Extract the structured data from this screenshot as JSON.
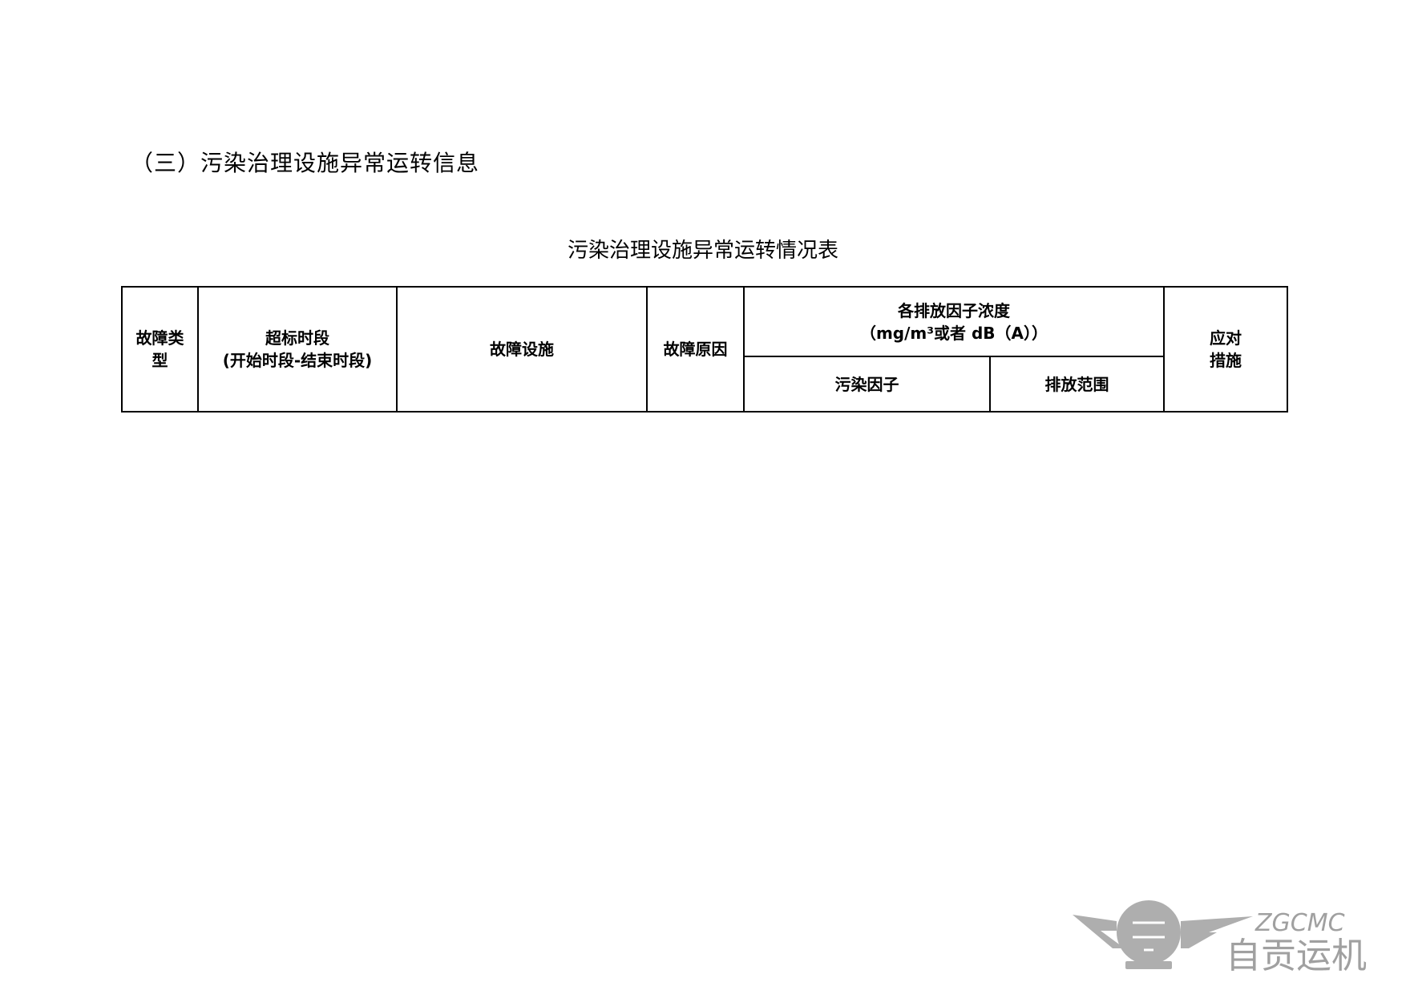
{
  "section_title": "（三）污染治理设施异常运转信息",
  "table_title": "污染治理设施异常运转情况表",
  "table": {
    "headers": {
      "fault_type": [
        "故障类",
        "型"
      ],
      "exceed_period": [
        "超标时段",
        "(开始时段-结束时段)"
      ],
      "fault_facility": "故障设施",
      "fault_cause": "故障原因",
      "concentration": [
        "各排放因子浓度",
        "（mg/m³或者 dB（A））"
      ],
      "pollutant": "污染因子",
      "emission_range": "排放范围",
      "measures": [
        "应对",
        "措施"
      ]
    },
    "rows": []
  },
  "watermark": {
    "en": "ZGCMC",
    "cn": "自贡运机",
    "color": "#9a9a9a",
    "accent": "#e8905a"
  }
}
